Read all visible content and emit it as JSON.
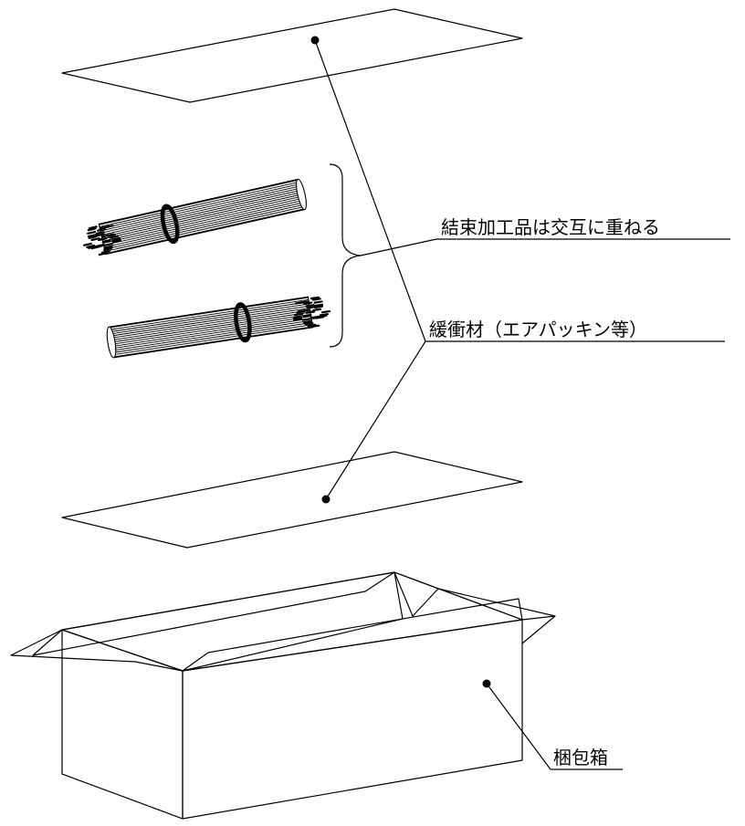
{
  "labels": {
    "bundle": "結束加工品は交互に重ねる",
    "cushion": "緩衝材（エアパッキン等）",
    "box": "梱包箱"
  },
  "colors": {
    "line": "#000000",
    "background": "#ffffff",
    "bundle_fill": "#ffffff"
  },
  "parts": [
    {
      "id": "cushion-top",
      "type": "cushioning sheet"
    },
    {
      "id": "bundle-upper",
      "type": "bundled rods"
    },
    {
      "id": "bundle-lower",
      "type": "bundled rods"
    },
    {
      "id": "cushion-bottom",
      "type": "cushioning sheet"
    },
    {
      "id": "packing-box",
      "type": "open cardboard box"
    }
  ]
}
